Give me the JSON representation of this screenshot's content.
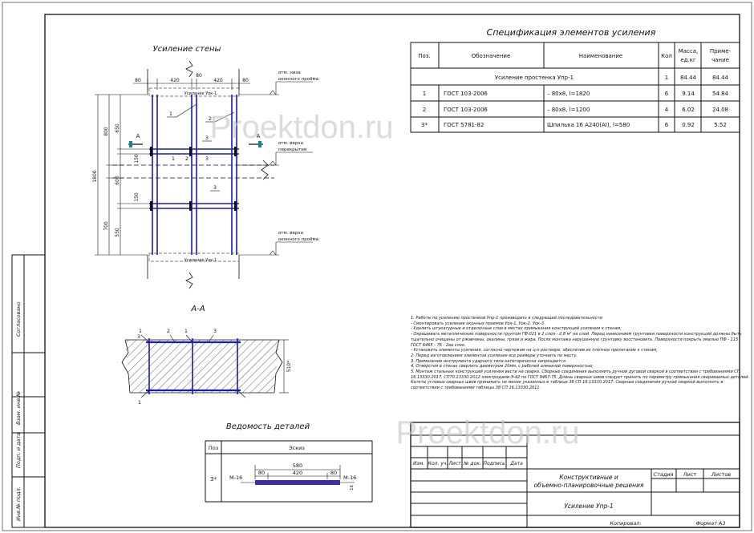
{
  "watermark": "Proektdon.ru",
  "titles": {
    "wall": "Усиление стены",
    "section": "А-А",
    "spec": "Спецификация элементов усиления",
    "details": "Ведомость деталей"
  },
  "spec": {
    "headers": {
      "pos": "Поз.",
      "designation": "Обозначение",
      "name": "Наименование",
      "qty": "Кол",
      "mass1": "Масса,",
      "mass2": "ед.кг",
      "note1": "Приме-",
      "note2": "чание"
    },
    "group": {
      "name": "Усиление простенка Упр-1",
      "qty": "1",
      "mass": "84.44",
      "note": "84.44"
    },
    "rows": [
      {
        "pos": "1",
        "designation": "ГОСТ 103-2006",
        "name": "– 80х8,  l=1820",
        "qty": "6",
        "mass": "9.14",
        "note": "54.84"
      },
      {
        "pos": "2",
        "designation": "ГОСТ 103-2006",
        "name": "– 80х8,  l=1200",
        "qty": "4",
        "mass": "6.02",
        "note": "24.08"
      },
      {
        "pos": "3*",
        "designation": "ГОСТ 5781-82",
        "name": "Шпилька 16 А240(АI),  l=580",
        "qty": "6",
        "mass": "0.92",
        "note": "5.52"
      }
    ]
  },
  "wall_drawing": {
    "top_dims": [
      "80",
      "420",
      "80",
      "420",
      "80"
    ],
    "left_dims": [
      "650",
      "800",
      "150",
      "600",
      "150",
      "700",
      "550"
    ],
    "total_dim": "1800",
    "callouts": [
      "1",
      "2",
      "3",
      "1",
      "2",
      "3",
      "3"
    ],
    "lintel_top": "Усиление Уок-1",
    "lintel_bottom": "Усиление Уок-1",
    "section_mark": "А",
    "elevations": [
      {
        "l1": "отм. низа",
        "l2": "оконного проёма"
      },
      {
        "l1": "отм. верха",
        "l2": "перекрытия"
      },
      {
        "l1": "отм. верха",
        "l2": "оконного проёма"
      }
    ]
  },
  "section_drawing": {
    "callouts": [
      "1",
      "2",
      "1",
      "3"
    ],
    "bottom_callouts": [
      "3",
      "1"
    ],
    "dim": "510*"
  },
  "details": {
    "col_pos": "Поз",
    "col_sketch": "Эскиз",
    "row_pos": "3*",
    "total": "580",
    "parts": [
      "80",
      "420",
      "80"
    ],
    "thread_left": "М-16",
    "thread_right": "М-16",
    "dia": "16"
  },
  "notes": [
    "1. Работы по усилению простенкой Упр-1 производить в следующей последовательности:",
    "- Смонтировать усиление оконных проемов Уок-1, Уок-2, Уок-3",
    "- Удалить штукатурные и отделочные слои в местах примыкания конструкций усиления к стенам;",
    "- Окрашивать металлические поверхности грунтом ГФ-021 в 2 слоя - 2,8 м² на слой. Перед нанесением грунтовки поверхности конструкций должны быть",
    "тщательно очищены от ржавчины, окалины, грязи и жира. После монтажа нарушенную грунтовку восстановить. Поверхности покрыть эмалью  ПФ - 115",
    "ГОСТ 6465 - 76 - 2ва слоя.",
    "- Установить элементы усиления, согласно чертежам на ц-п растворе, обеспечив их плотное прилегание к стенам;",
    "2. Перед изготовлением элементов усиления все размеры уточнить по месту.",
    "3. Применение инструмента ударного типа категорически запрещается.",
    "4. Отверстия в стенах сверлить диаметром 20мм, с рабочей алмазной поверхностью;",
    "5. Монтаж стальных конструкций усиления вести на сварке. Сборные соединения выполнить ручной дуговой сваркой в соответствии с требованиями СП",
    "16.13330.2017, СП70.13330.2012 электродами Э-42 по ГОСТ 9467-75. Длины сварных швов следует принять по периметру примыкания свариваемых деталей.",
    "Катеты  угловых сварных  швов  принимать не  менее указанных в таблице 38 СП 16.13330.2017.  Сварные соединения  ручной сваркой выполнять в",
    "соответствии с требованиями таблицы 38 СП 16.13330.2011."
  ],
  "stamp": {
    "col_headers": [
      "Изм.",
      "Кол. уч.",
      "Лист",
      "№ док.",
      "Подпись",
      "Дата"
    ],
    "project_1": "Конструктивные и",
    "project_2": "объемно-планировочные решения",
    "stage": "Стадия",
    "sheet": "Лист",
    "sheets": "Листов",
    "sheet_title": "Усиление Упр-1",
    "copied": "Копировал:",
    "format": "Формат А3"
  },
  "side_stamp": [
    "Согласовано",
    "Взам. инв.№",
    "Подп. и дата",
    "Инв.№ подл."
  ]
}
